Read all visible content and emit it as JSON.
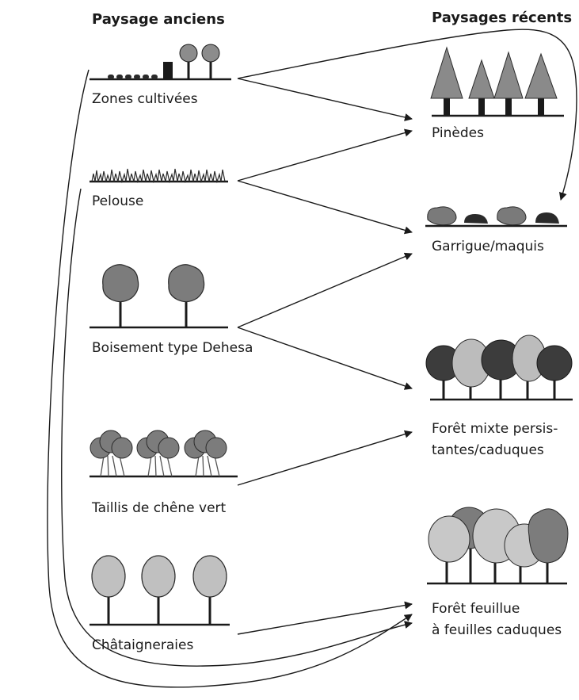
{
  "headers": {
    "left": "Paysage anciens",
    "right": "Paysages récents"
  },
  "ancient": [
    {
      "id": "zones",
      "label": "Zones cultivées"
    },
    {
      "id": "pelouse",
      "label": "Pelouse"
    },
    {
      "id": "dehesa",
      "label": "Boisement type Dehesa"
    },
    {
      "id": "taillis",
      "label": "Taillis de chêne vert"
    },
    {
      "id": "chataign",
      "label": "Châtaigneraies"
    }
  ],
  "recent": [
    {
      "id": "pinedes",
      "lines": [
        "Pinèdes"
      ]
    },
    {
      "id": "garrigue",
      "lines": [
        "Garrigue/maquis"
      ]
    },
    {
      "id": "mixte",
      "lines": [
        "Forêt mixte persis-",
        "tantes/caduques"
      ]
    },
    {
      "id": "feuillue",
      "lines": [
        "Forêt feuillue",
        "à feuilles caduques"
      ]
    }
  ],
  "transitions": [
    {
      "from": "Zones cultivées",
      "to": "Pinèdes"
    },
    {
      "from": "Zones cultivées",
      "to": "Garrigue/maquis"
    },
    {
      "from": "Zones cultivées",
      "to": "Forêt feuillue à feuilles caduques"
    },
    {
      "from": "Pelouse",
      "to": "Pinèdes"
    },
    {
      "from": "Pelouse",
      "to": "Garrigue/maquis"
    },
    {
      "from": "Pelouse",
      "to": "Forêt feuillue à feuilles caduques"
    },
    {
      "from": "Boisement type Dehesa",
      "to": "Garrigue/maquis"
    },
    {
      "from": "Boisement type Dehesa",
      "to": "Forêt mixte persistantes/caduques"
    },
    {
      "from": "Taillis de chêne vert",
      "to": "Forêt mixte persistantes/caduques"
    },
    {
      "from": "Châtaigneraies",
      "to": "Forêt feuillue à feuilles caduques"
    }
  ],
  "colors": {
    "ink": "#1a1a1a",
    "dark_tree": "#3c3c3c",
    "mid_tree": "#7c7c7c",
    "light_tree": "#bcbcbc",
    "pale_tree": "#c8c8c8"
  }
}
